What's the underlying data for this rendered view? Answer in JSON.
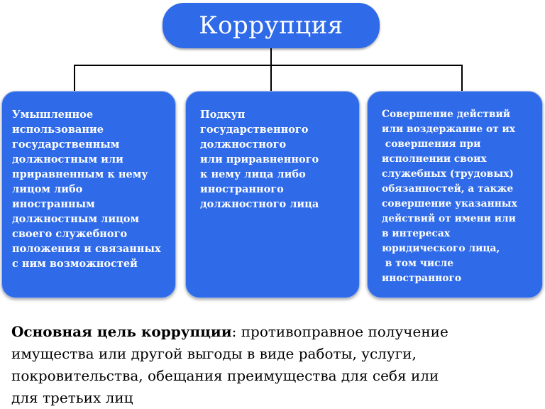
{
  "title": "Коррупция",
  "cards": [
    {
      "lines": [
        "Умышленное",
        "использование",
        "государственным",
        "должностным или",
        "приравненным к нему",
        "лицом либо",
        "иностранным",
        "должностным лицом",
        "своего служебного",
        "положения и связанных",
        "с ним возможностей"
      ]
    },
    {
      "lines": [
        "Подкуп",
        "государственного",
        "должностного",
        "или приравненного",
        "к нему лица либо",
        "иностранного",
        "должностного лица"
      ]
    },
    {
      "lines": [
        "Совершение действий",
        "или воздержание от их",
        " совершения при",
        "исполнении своих",
        "служебных (трудовых)",
        "обязанностей, а также",
        "совершение указанных",
        "действий от имени или",
        "в интересах",
        "юридического лица,",
        " в том числе",
        "иностранного"
      ]
    }
  ],
  "goal": {
    "lead": "Основная цель коррупции",
    "line1_rest": ": противоправное получение",
    "line2": "имущества или другой выгоды в виде работы, услуги,",
    "line3": "покровительства, обещания преимущества для себя или",
    "line4": "для третьих лиц"
  },
  "colors": {
    "box_fill": "#2f6ae8",
    "box_text": "#ffffff",
    "connector": "#000000"
  }
}
